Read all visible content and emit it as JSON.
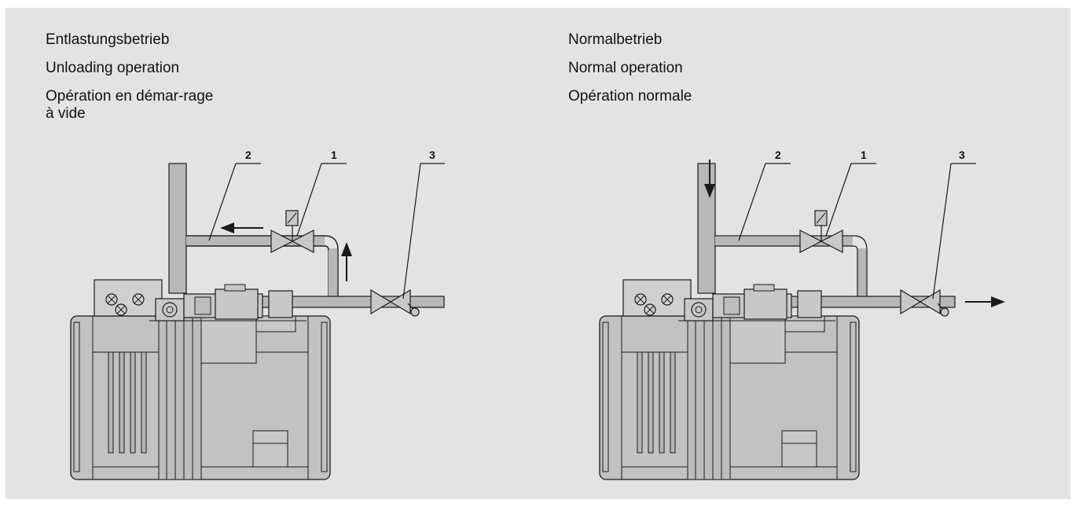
{
  "left_panel": {
    "captions": [
      "Entlastungsbetrieb",
      "Unloading operation",
      "Opération en démar-rage à vide"
    ],
    "callouts": [
      "2",
      "1",
      "3"
    ]
  },
  "right_panel": {
    "captions": [
      "Normalbetrieb",
      "Normal operation",
      "Opération normale"
    ],
    "callouts": [
      "2",
      "1",
      "3"
    ]
  },
  "colors": {
    "background": "#e3e3e3",
    "pipe": "#b8b8b8",
    "machine": "#c2c2c2",
    "line": "#1a1a1a"
  }
}
